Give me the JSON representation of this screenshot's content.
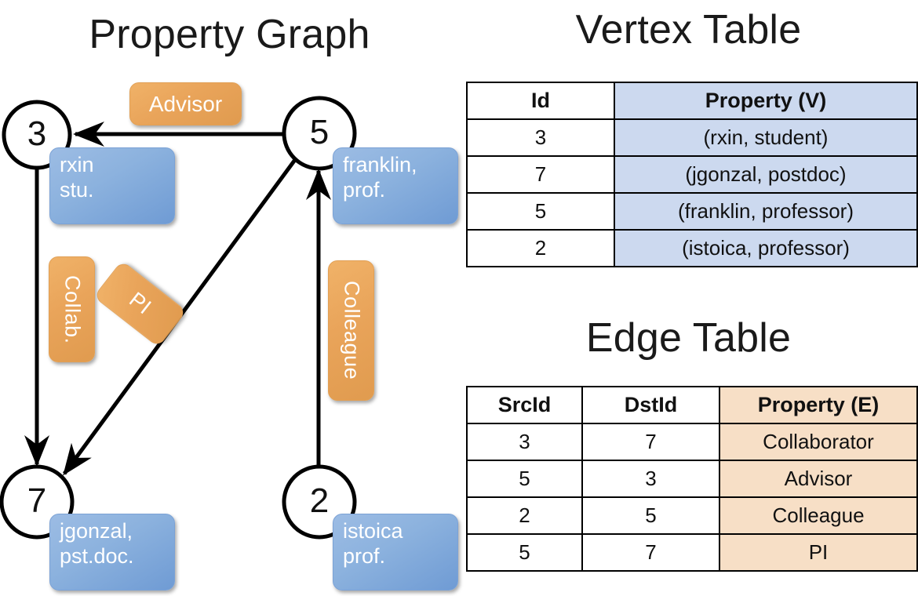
{
  "titles": {
    "property_graph": "Property Graph",
    "vertex_table": "Vertex Table",
    "edge_table": "Edge Table"
  },
  "graph": {
    "nodes": [
      {
        "id": "3",
        "property_line1": "rxin",
        "property_line2": "stu."
      },
      {
        "id": "5",
        "property_line1": "franklin,",
        "property_line2": "prof."
      },
      {
        "id": "7",
        "property_line1": "jgonzal,",
        "property_line2": "pst.doc."
      },
      {
        "id": "2",
        "property_line1": "istoica",
        "property_line2": "prof."
      }
    ],
    "edge_labels": {
      "advisor": "Advisor",
      "collab": "Collab.",
      "pi": "PI",
      "colleague": "Colleague"
    }
  },
  "vertex_table": {
    "headers": [
      "Id",
      "Property (V)"
    ],
    "rows": [
      {
        "id": "3",
        "property": "(rxin, student)"
      },
      {
        "id": "7",
        "property": "(jgonzal, postdoc)"
      },
      {
        "id": "5",
        "property": "(franklin, professor)"
      },
      {
        "id": "2",
        "property": "(istoica, professor)"
      }
    ]
  },
  "edge_table": {
    "headers": [
      "SrcId",
      "DstId",
      "Property (E)"
    ],
    "rows": [
      {
        "src": "3",
        "dst": "7",
        "property": "Collaborator"
      },
      {
        "src": "5",
        "dst": "3",
        "property": "Advisor"
      },
      {
        "src": "2",
        "dst": "5",
        "property": "Colleague"
      },
      {
        "src": "5",
        "dst": "7",
        "property": "PI"
      }
    ]
  },
  "colors": {
    "vertex_property_fill": "#ccd9ef",
    "edge_property_fill": "#f7dfc6",
    "node_chip_blue": "#8cb2de",
    "edge_chip_orange": "#e9a45a",
    "stroke": "#000000",
    "background": "#ffffff"
  }
}
